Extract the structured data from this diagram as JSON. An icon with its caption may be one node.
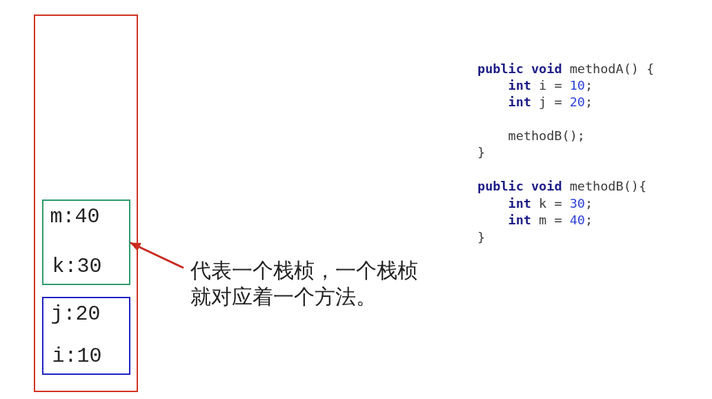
{
  "diagram": {
    "nodes": [
      {
        "text": [],
        "shape": "box"
      },
      {
        "text": [
          "m:40",
          "k:30"
        ],
        "in": 0
      },
      {
        "text": [
          "j:20",
          "i:10"
        ],
        "in": 0
      },
      {
        "text": [
          "代表一个栈桢，一个栈桢就对应着一个方法。"
        ]
      }
    ],
    "edges": [
      {
        "from": 3,
        "to": 1,
        "arrow": "to",
        "color": "#c8281e"
      }
    ],
    "labels": [
      "**public void** methodA() {",
      "**int** i = 10;",
      "**int** j = 20;",
      "methodB();",
      "}",
      "**public void** methodB(){",
      "**int** k = 30;",
      "**int** m = 40;",
      "}"
    ]
  }
}
